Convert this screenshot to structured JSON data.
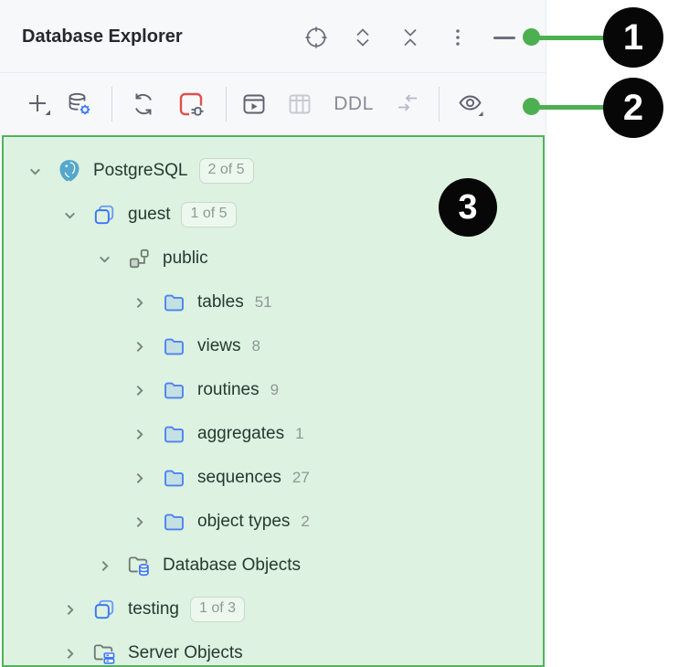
{
  "header": {
    "title": "Database Explorer",
    "actions": [
      {
        "name": "locate-icon"
      },
      {
        "name": "expand-all-icon"
      },
      {
        "name": "collapse-all-icon"
      },
      {
        "name": "more-options-icon"
      },
      {
        "name": "hide-panel-icon"
      }
    ]
  },
  "toolbar": {
    "ddl_label": "DDL",
    "buttons": [
      {
        "name": "new-item-icon"
      },
      {
        "name": "data-source-properties-icon"
      },
      {
        "name": "refresh-icon"
      },
      {
        "name": "disconnect-icon"
      },
      {
        "name": "jump-to-query-console-icon"
      },
      {
        "name": "open-table-icon"
      },
      {
        "name": "ddl-button"
      },
      {
        "name": "jump-to-editor-icon"
      },
      {
        "name": "view-options-icon"
      }
    ]
  },
  "tree": {
    "rows": [
      {
        "label": "PostgreSQL",
        "badge": "2 of 5",
        "level": 0,
        "icon": "postgresql-icon",
        "expanded": true
      },
      {
        "label": "guest",
        "badge": "1 of 5",
        "level": 1,
        "icon": "database-icon",
        "expanded": true
      },
      {
        "label": "public",
        "level": 2,
        "icon": "schema-icon",
        "expanded": true
      },
      {
        "label": "tables",
        "count": "51",
        "level": 3,
        "icon": "folder-icon",
        "expanded": false
      },
      {
        "label": "views",
        "count": "8",
        "level": 3,
        "icon": "folder-icon",
        "expanded": false
      },
      {
        "label": "routines",
        "count": "9",
        "level": 3,
        "icon": "folder-icon",
        "expanded": false
      },
      {
        "label": "aggregates",
        "count": "1",
        "level": 3,
        "icon": "folder-icon",
        "expanded": false
      },
      {
        "label": "sequences",
        "count": "27",
        "level": 3,
        "icon": "folder-icon",
        "expanded": false
      },
      {
        "label": "object types",
        "count": "2",
        "level": 3,
        "icon": "folder-icon",
        "expanded": false
      },
      {
        "label": "Database Objects",
        "level": 2,
        "icon": "folder-database-icon",
        "expanded": false
      },
      {
        "label": "testing",
        "badge": "1 of 3",
        "level": 1,
        "icon": "database-icon",
        "expanded": false
      },
      {
        "label": "Server Objects",
        "level": 1,
        "icon": "folder-server-icon",
        "expanded": false
      }
    ]
  },
  "callouts": [
    {
      "label": "1"
    },
    {
      "label": "2"
    },
    {
      "label": "3"
    }
  ],
  "colors": {
    "annotation_green": "#4caf50",
    "highlight_border": "#53b05f",
    "highlight_fill": "#ddf2e0",
    "accent_blue": "#3d77f2",
    "postgres_blue": "#55a7cb",
    "danger_red": "#e0504c",
    "panel_bg": "#f7f8fa"
  }
}
